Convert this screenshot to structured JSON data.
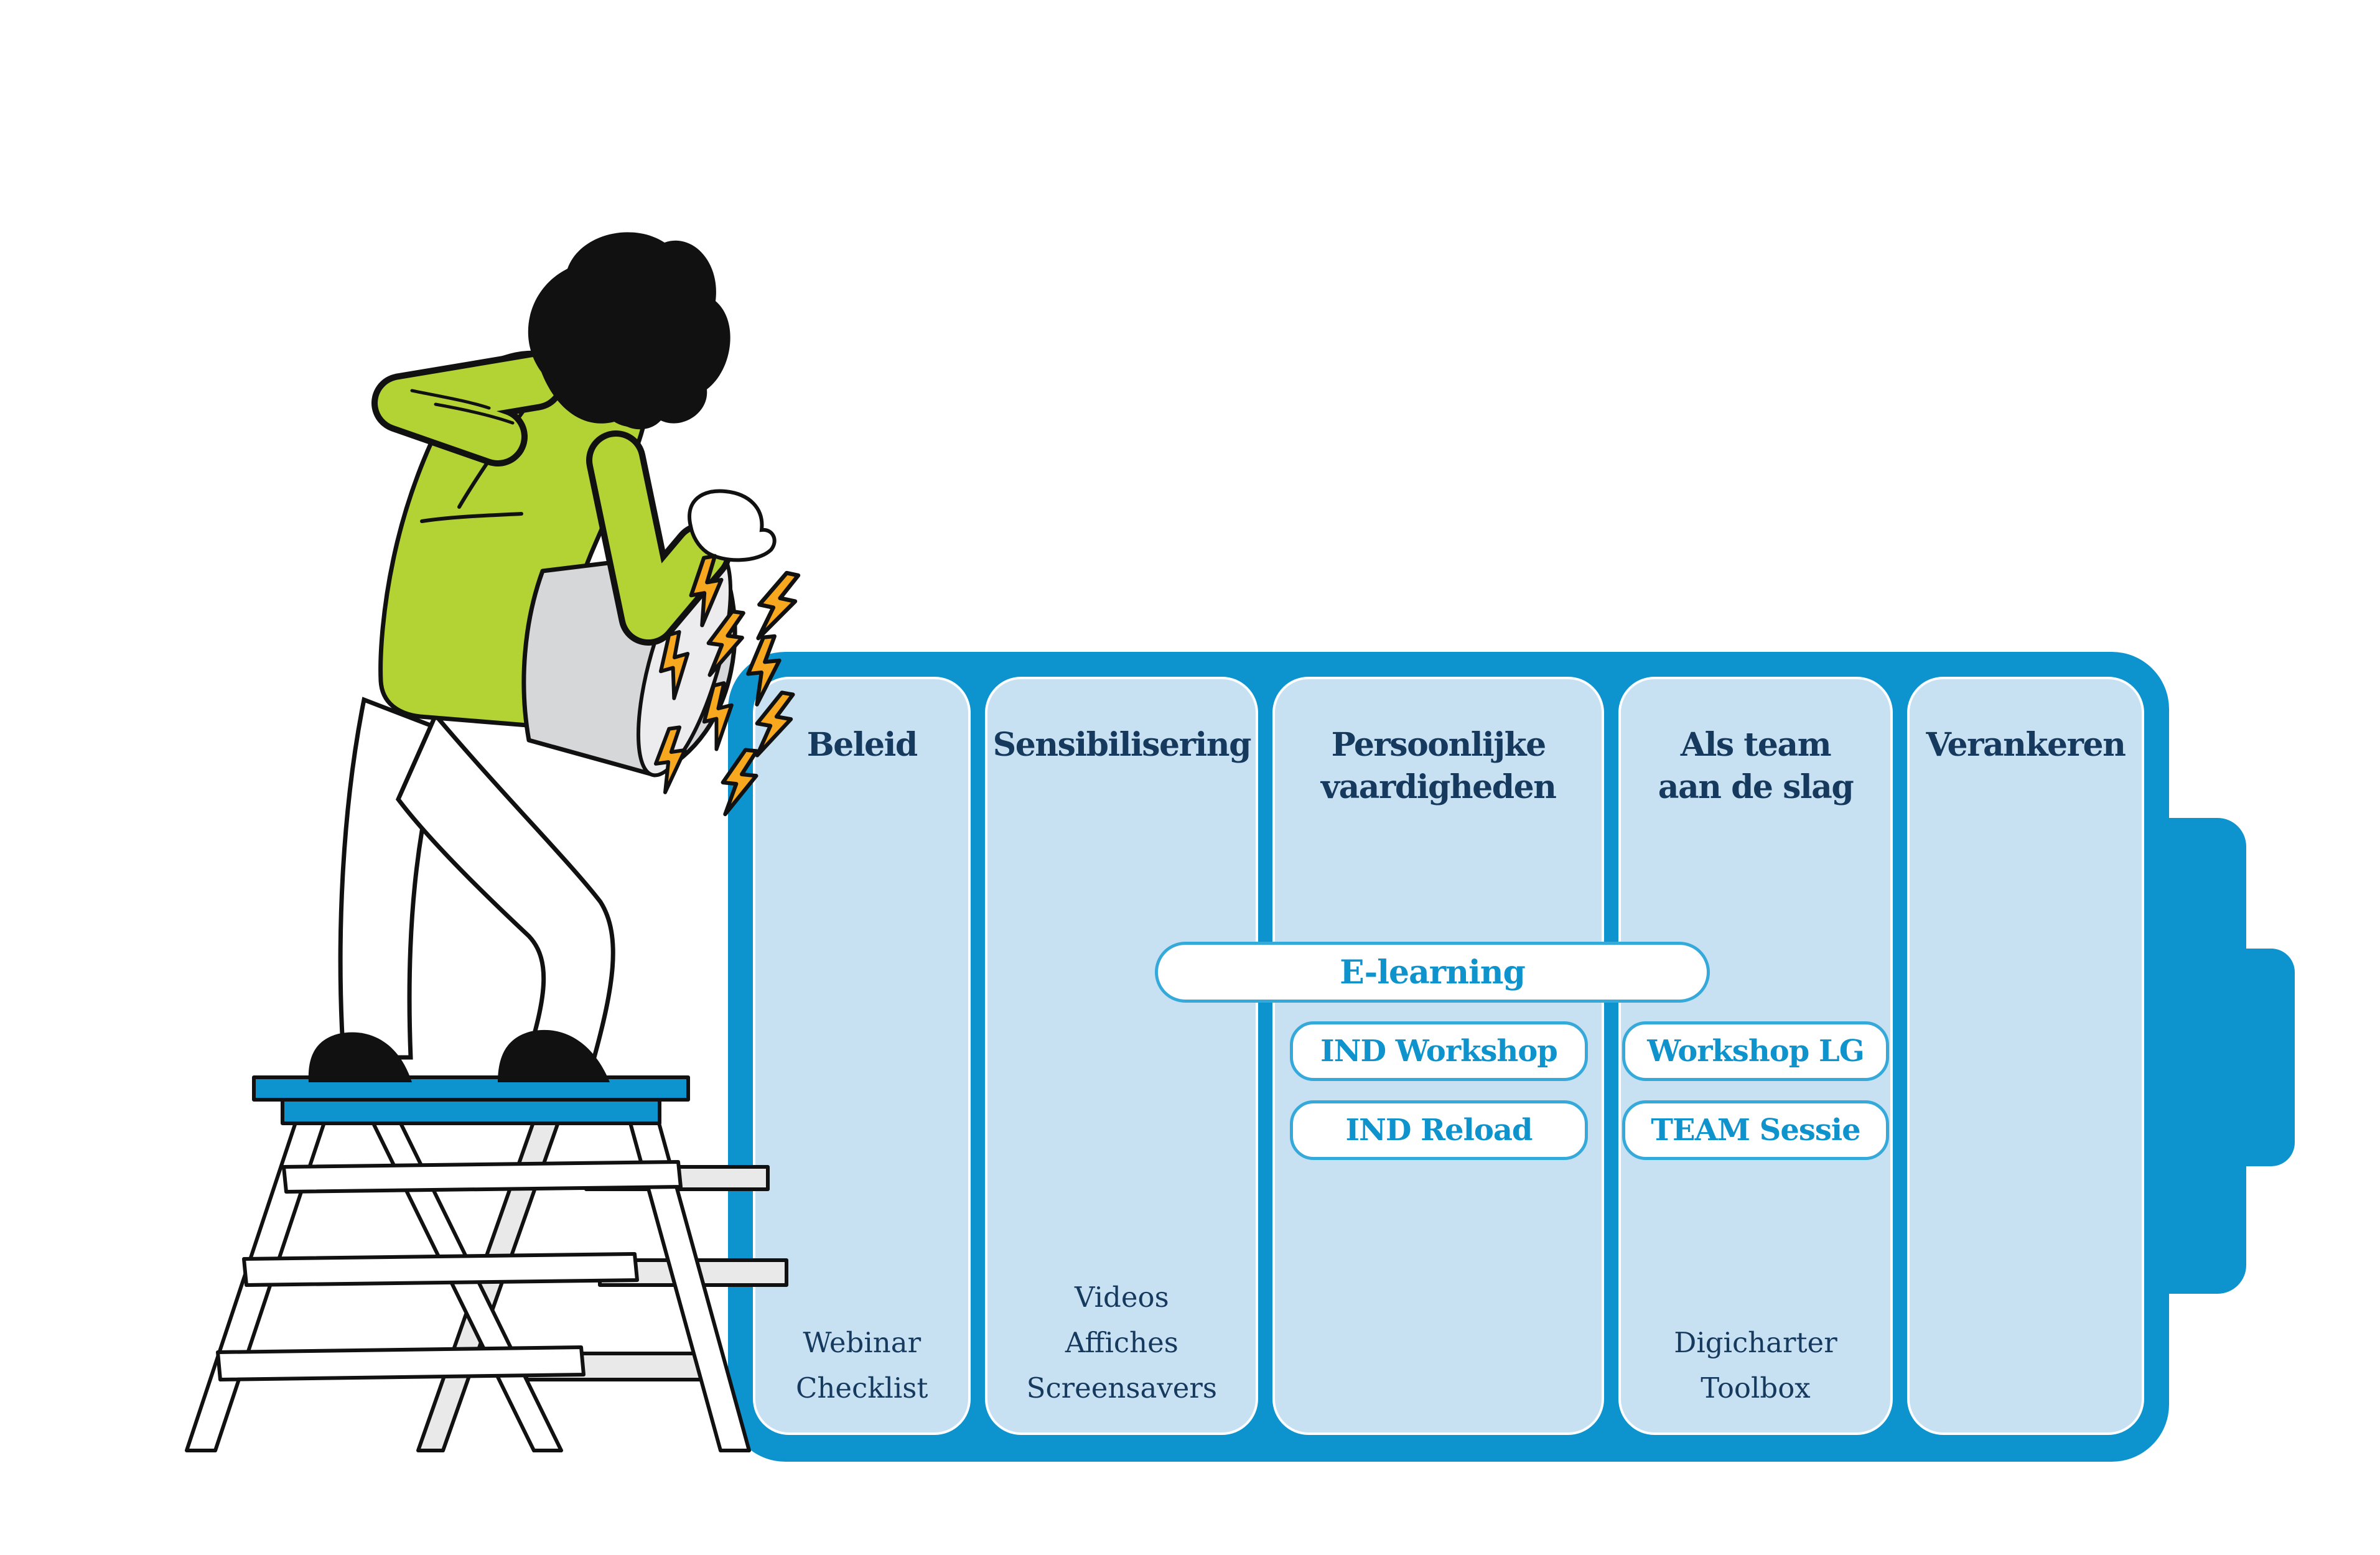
{
  "colors": {
    "battery_blue": "#0d94cf",
    "cell_blue": "#c8e1f2",
    "navy": "#16395e",
    "pill_text_blue": "#0e93cc",
    "pill_border_blue": "#35a9d9",
    "jacket_green": "#b3d335",
    "bolt_orange": "#f7a81f",
    "bucket_grey": "#d6d7d9",
    "bucket_rim_grey": "#ececee",
    "ladder_back_grey": "#e9e9e9",
    "outline_black": "#111111"
  },
  "battery": {
    "columns": [
      {
        "id": "beleid",
        "title": "Beleid",
        "footer": "Webinar\nChecklist"
      },
      {
        "id": "sensibilisering",
        "title": "Sensibilisering",
        "footer": "Videos\nAffiches\nScreensavers"
      },
      {
        "id": "persoonlijke",
        "title": "Persoonlijke\nvaardigheden",
        "footer": ""
      },
      {
        "id": "als-team",
        "title": "Als team\naan de slag",
        "footer": "Digicharter\nToolbox"
      },
      {
        "id": "verankeren",
        "title": "Verankeren",
        "footer": ""
      }
    ],
    "pills": {
      "elearning": {
        "label": "E-learning"
      },
      "ind_workshop": {
        "label": "IND Workshop"
      },
      "ind_reload": {
        "label": "IND Reload"
      },
      "workshop_lg": {
        "label": "Workshop LG"
      },
      "team_sessie": {
        "label": "TEAM Sessie"
      }
    }
  },
  "illustration": {
    "figure": "person-on-stepladder-pouring-energy-into-battery",
    "bolt_icon": "lightning-bolt-icon",
    "bolt_count": 9
  }
}
